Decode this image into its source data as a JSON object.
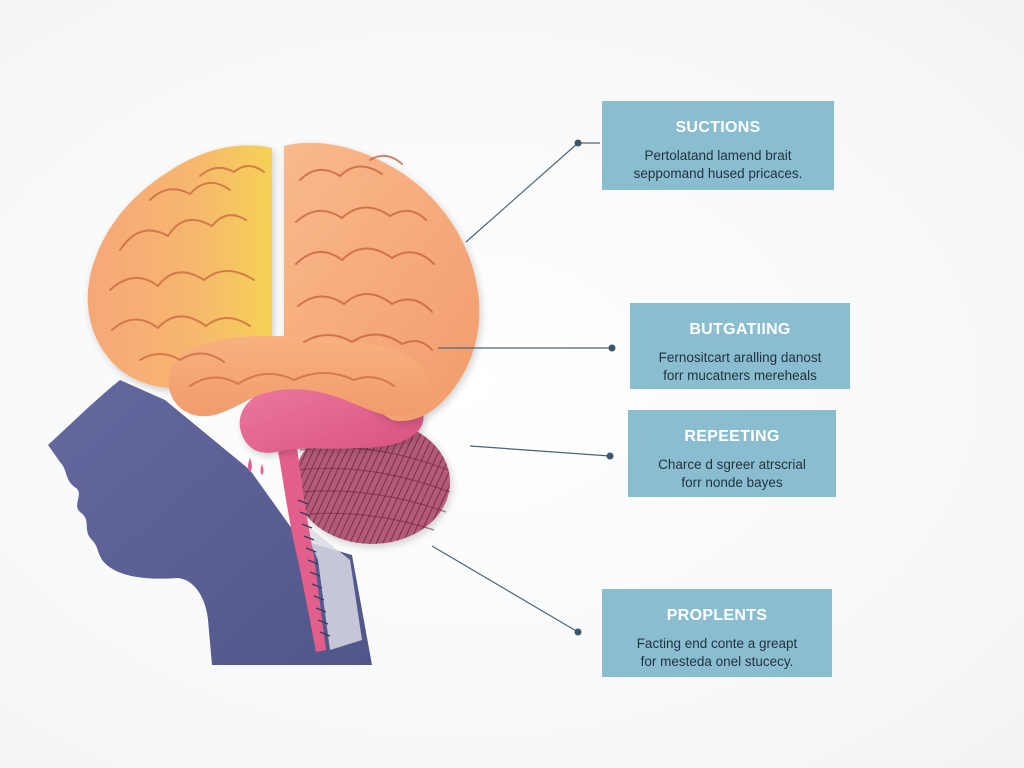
{
  "colors": {
    "label_box_fill": "#8bbdd0",
    "label_title_text": "#ffffff",
    "label_body_text": "#20343f",
    "connector_line": "#4a6478",
    "head_silhouette": "#5b5f95",
    "cerebrum": "#f4a46f",
    "cerebrum_highlight": "#f5cf55",
    "limbic_region": "#e0628f",
    "cerebellum": "#9a4563",
    "background": "#fdfdfd"
  },
  "labels": [
    {
      "title": "SUCTIONS",
      "line1": "Pertolatand lamend brait",
      "line2": "seppomand hused pricaces."
    },
    {
      "title": "BUTGATIING",
      "line1": "Fernositcart aralling danost",
      "line2": "forr mucatners mereheals"
    },
    {
      "title": "REPEETING",
      "line1": "Charce d sgreer atrscrial",
      "line2": "forr nonde bayes"
    },
    {
      "title": "PROPLENTS",
      "line1": "Facting end conte a greapt",
      "line2": "for mesteda onel stucecy."
    }
  ]
}
